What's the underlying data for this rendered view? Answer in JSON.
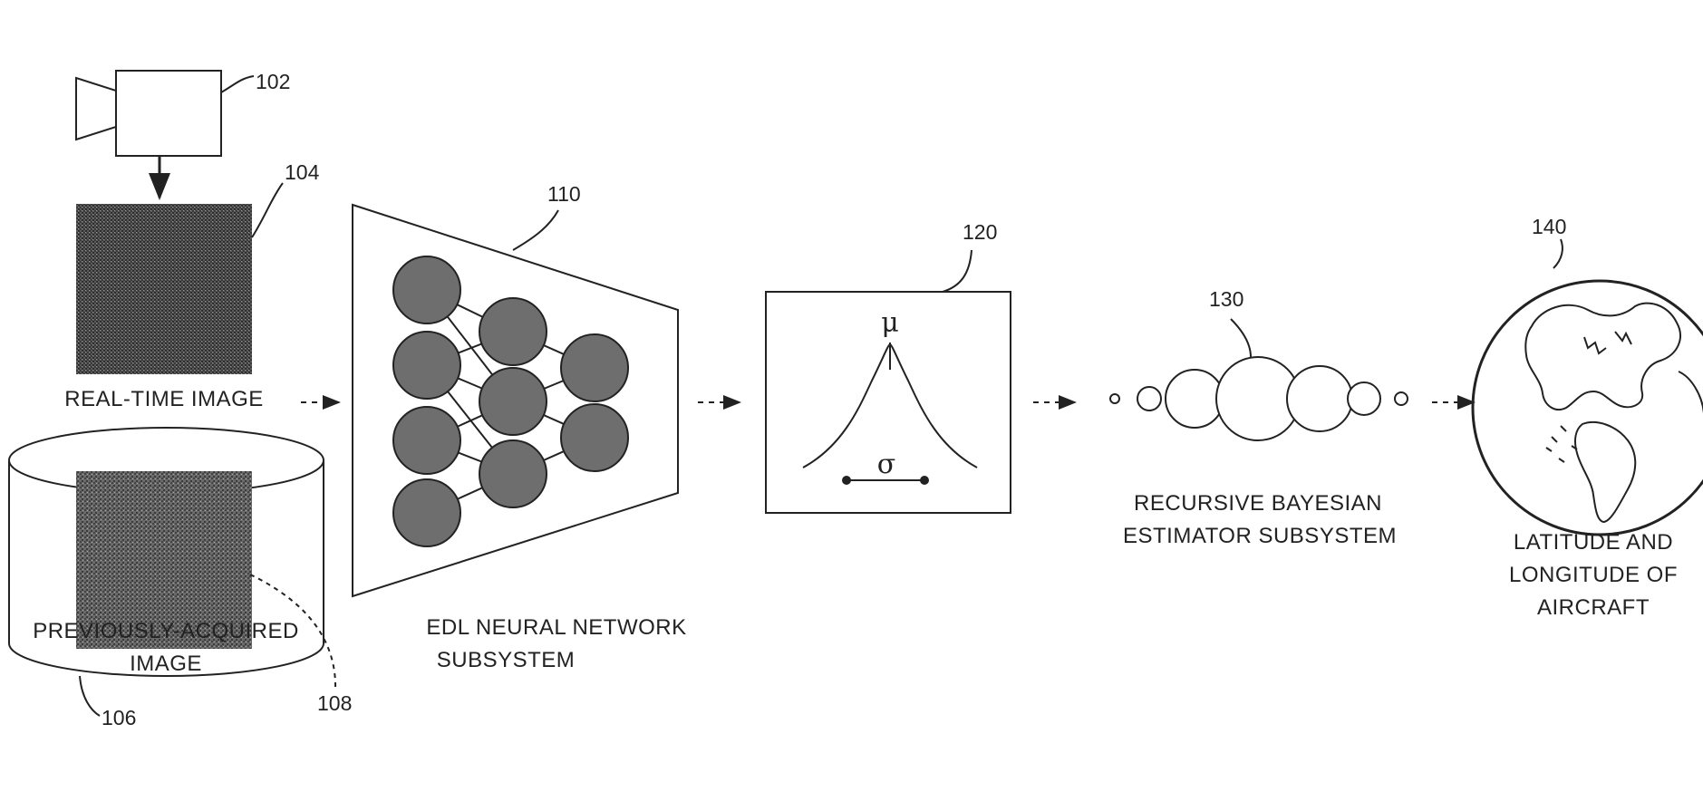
{
  "refs": {
    "camera": "102",
    "realtime": "104",
    "database": "106",
    "previous": "108",
    "network": "110",
    "distribution": "120",
    "estimator": "130",
    "globe": "140"
  },
  "labels": {
    "realtime": "REAL-TIME IMAGE",
    "previous_line1": "PREVIOUSLY-ACQUIRED",
    "previous_line2": "IMAGE",
    "network_line1": "EDL NEURAL NETWORK",
    "network_line2": "SUBSYSTEM",
    "estimator_line1": "RECURSIVE BAYESIAN",
    "estimator_line2": "ESTIMATOR SUBSYSTEM",
    "output_line1": "LATITUDE AND",
    "output_line2": "LONGITUDE OF",
    "output_line3": "AIRCRAFT"
  },
  "symbols": {
    "mu": "μ",
    "sigma": "σ"
  },
  "icons": {
    "camera": "video-camera-icon",
    "globe": "earth-globe-icon",
    "network": "neural-network-icon",
    "database": "database-cylinder-icon"
  },
  "colors": {
    "line": "#222222",
    "node_fill": "#6e6e6e",
    "image_texture": "#4a4a4a"
  }
}
